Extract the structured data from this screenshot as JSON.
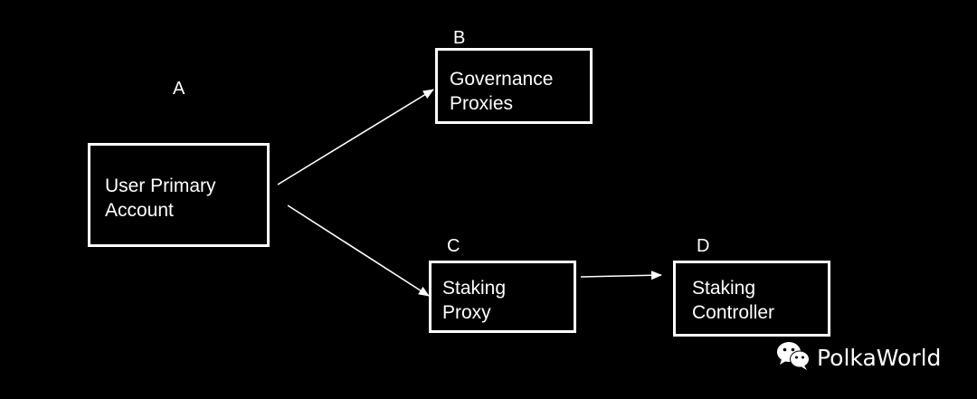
{
  "colors": {
    "background": "#000000",
    "stroke": "#ffffff",
    "text": "#ffffff"
  },
  "nodes": {
    "a": {
      "tag": "A",
      "label": "User Primary\nAccount"
    },
    "b": {
      "tag": "B",
      "label": "Governance\nProxies"
    },
    "c": {
      "tag": "C",
      "label": "Staking\nProxy"
    },
    "d": {
      "tag": "D",
      "label": "Staking\nController"
    }
  },
  "edges": [
    {
      "from": "A",
      "to": "B"
    },
    {
      "from": "A",
      "to": "C"
    },
    {
      "from": "C",
      "to": "D"
    }
  ],
  "watermark": {
    "icon": "wechat-icon",
    "text": "PolkaWorld"
  }
}
